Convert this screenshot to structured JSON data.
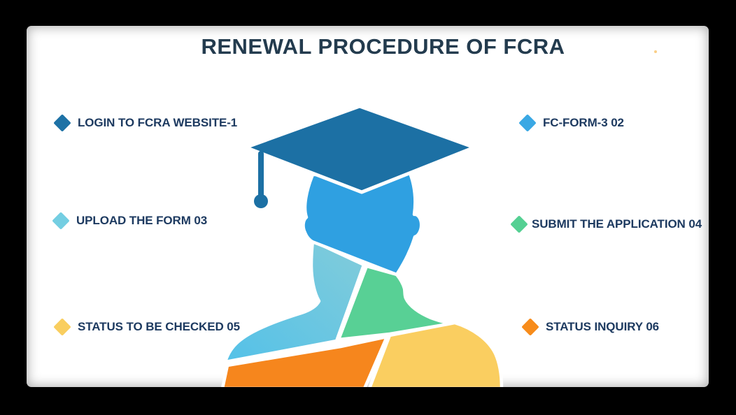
{
  "title": "RENEWAL PROCEDURE OF FCRA",
  "colors": {
    "frame": "#000000",
    "card": "#ffffff",
    "title_text": "#233B4E",
    "label_text": "#1D3A60",
    "cap": "#1C70A4",
    "head": "#2FA0E1",
    "neck_left_top": "#82CCDA",
    "neck_left_bottom": "#54C1E8",
    "neck_center": "#58D095",
    "shoulder_left_band": "#F6861D",
    "shoulder_right": "#FACE60"
  },
  "steps": [
    {
      "label": "LOGIN TO FCRA WEBSITE-1",
      "color": "#1E72A6"
    },
    {
      "label": "FC-FORM-3 02",
      "color": "#3AA8E4"
    },
    {
      "label": "UPLOAD THE FORM 03",
      "color": "#74CEE2"
    },
    {
      "label": "SUBMIT THE APPLICATION 04",
      "color": "#55D093"
    },
    {
      "label": "STATUS TO BE CHECKED 05",
      "color": "#F9CE5F"
    },
    {
      "label": "STATUS INQUIRY 06",
      "color": "#F78C1B"
    }
  ]
}
